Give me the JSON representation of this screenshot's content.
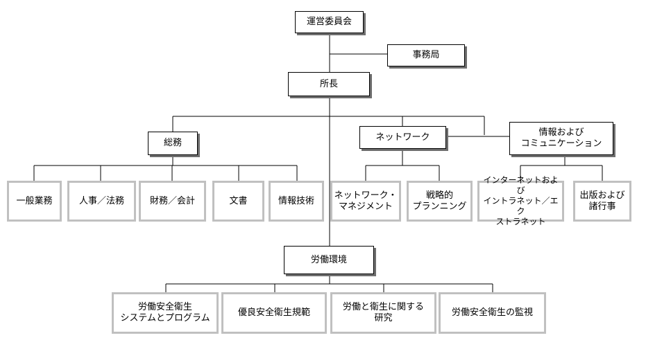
{
  "org_chart": {
    "steering_committee": "運営委員会",
    "secretariat": "事務局",
    "director": "所長",
    "general_affairs": {
      "label": "総務",
      "children": [
        "一般業務",
        "人事／法務",
        "財務／会計",
        "文書",
        "情報技術"
      ]
    },
    "network": {
      "label": "ネットワーク",
      "children": [
        "ネットワーク・\nマネジメント",
        "戦略的\nプランニング"
      ]
    },
    "info_comm": {
      "label": "情報および\nコミュニケーション",
      "children": [
        "インターネットおよび\nイントラネット／エク\nストラネット",
        "出版および\n諸行事"
      ]
    },
    "labor_env": {
      "label": "労働環境",
      "children": [
        "労働安全衛生\nシステムとプログラム",
        "優良安全衛生規範",
        "労働と衛生に関する\n研究",
        "労働安全衛生の監視"
      ]
    }
  },
  "colors": {
    "line": "#000000",
    "shadow": "#6e6e6e",
    "leaf_border": "#c0c0c0"
  }
}
